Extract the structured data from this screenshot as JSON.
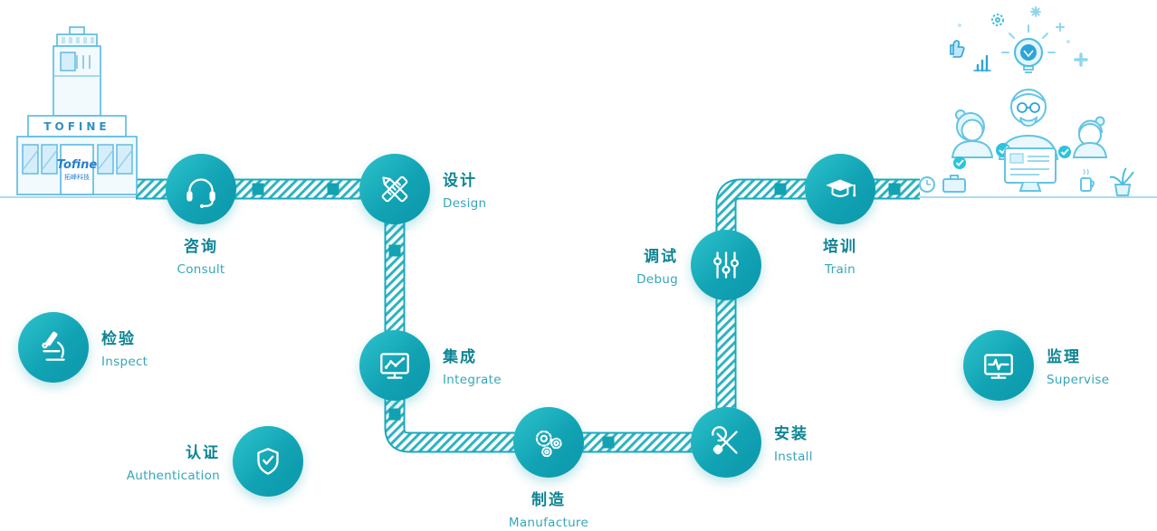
{
  "page": {
    "background": "#ffffff"
  },
  "theme": {
    "primary_teal": "#12a5b4",
    "circle_gradient_start": "#2ec2cc",
    "circle_gradient_end": "#0c97aa",
    "label_zh_color": "#0d8494",
    "label_en_color": "#35a6b8",
    "road_hatch_color": "#2eb3c2",
    "illustration_blue": "#63c4e5"
  },
  "building": {
    "sign": "TOFINE",
    "logo": "Tofine",
    "logo_sub": "拓峰科技"
  },
  "steps": [
    {
      "zh": "咨询",
      "en": "Consult",
      "icon": "headset-icon"
    },
    {
      "zh": "设计",
      "en": "Design",
      "icon": "pencil-ruler-icon"
    },
    {
      "zh": "集成",
      "en": "Integrate",
      "icon": "monitor-chart-icon"
    },
    {
      "zh": "制造",
      "en": "Manufacture",
      "icon": "gears-icon"
    },
    {
      "zh": "安装",
      "en": "Install",
      "icon": "wrench-screwdriver-icon"
    },
    {
      "zh": "调试",
      "en": "Debug",
      "icon": "sliders-icon"
    },
    {
      "zh": "培训",
      "en": "Train",
      "icon": "graduation-cap-icon"
    }
  ],
  "extras": [
    {
      "zh": "检验",
      "en": "Inspect",
      "icon": "microscope-icon"
    },
    {
      "zh": "认证",
      "en": "Authentication",
      "icon": "shield-check-icon"
    },
    {
      "zh": "监理",
      "en": "Supervise",
      "icon": "monitor-pulse-icon"
    }
  ]
}
